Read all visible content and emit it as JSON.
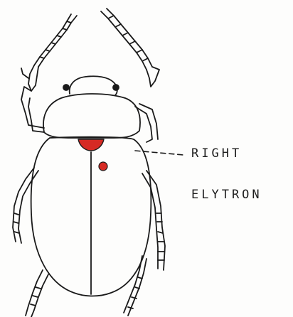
{
  "diagram": {
    "subject": "beetle",
    "annotation": {
      "line1": "RIGHT",
      "line2": "ELYTRON"
    },
    "colors": {
      "outline": "#1a1a1a",
      "marker": "#d62a24",
      "background": "#fdfdfc"
    }
  }
}
